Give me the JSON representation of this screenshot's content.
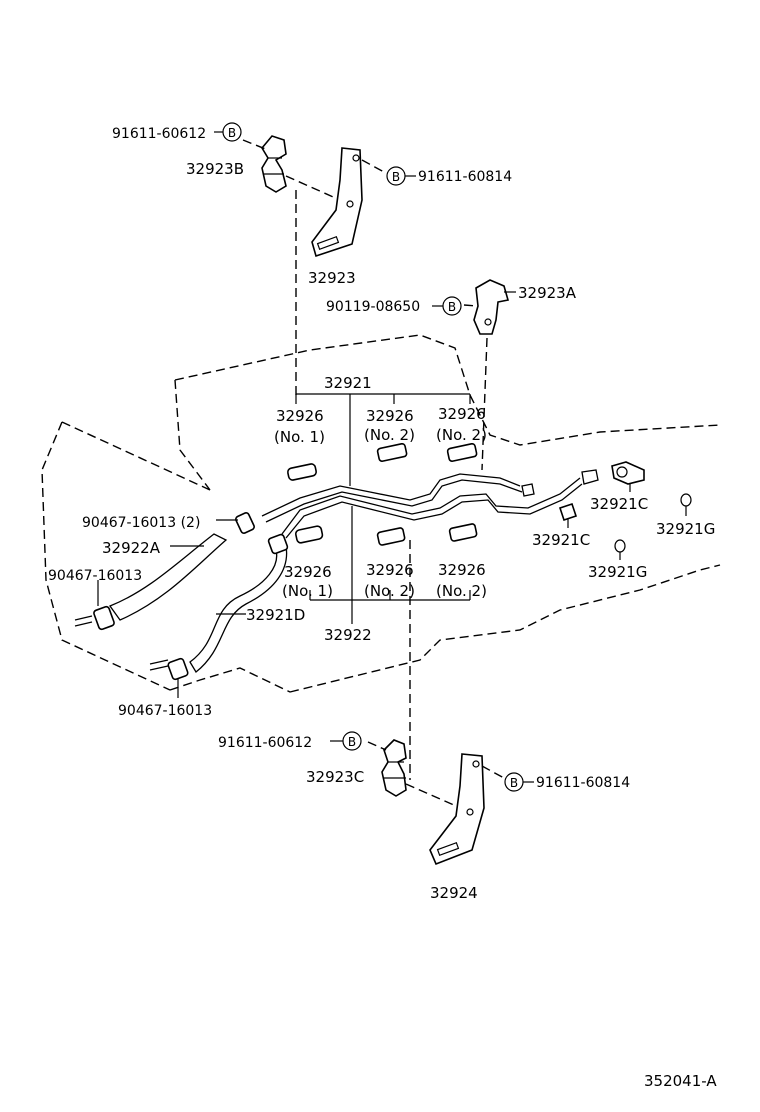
{
  "labels": {
    "p91611_60612_top": "91611-60612",
    "p32923B": "32923B",
    "p91611_60814_top": "91611-60814",
    "p32923": "32923",
    "p90119_08650": "90119-08650",
    "p32923A": "32923A",
    "p32921": "32921",
    "p32926_no1_top": "32926",
    "p32926_no1_top_sub": "(No. 1)",
    "p32926_no2_top_a": "32926",
    "p32926_no2_top_a_sub": "(No. 2)",
    "p32926_no2_top_b": "32926",
    "p32926_no2_top_b_sub": "(No. 2)",
    "p90467_16013_2": "90467-16013 (2)",
    "p32922A": "32922A",
    "p90467_16013_left": "90467-16013",
    "p32921D": "32921D",
    "p32922": "32922",
    "p90467_16013_bottom": "90467-16013",
    "p32926_no1_bot": "32926",
    "p32926_no1_bot_sub": "(No. 1)",
    "p32926_no2_bot_a": "32926",
    "p32926_no2_bot_a_sub": "(No. 2)",
    "p32926_no2_bot_b": "32926",
    "p32926_no2_bot_b_sub": "(No. 2)",
    "p32921C_a": "32921C",
    "p32921C_b": "32921C",
    "p32921G_a": "32921G",
    "p32921G_b": "32921G",
    "p91611_60612_bot": "91611-60612",
    "p32923C": "32923C",
    "p91611_60814_bot": "91611-60814",
    "p32924": "32924",
    "diagram_code": "352041-A",
    "bolt_marker": "B"
  }
}
